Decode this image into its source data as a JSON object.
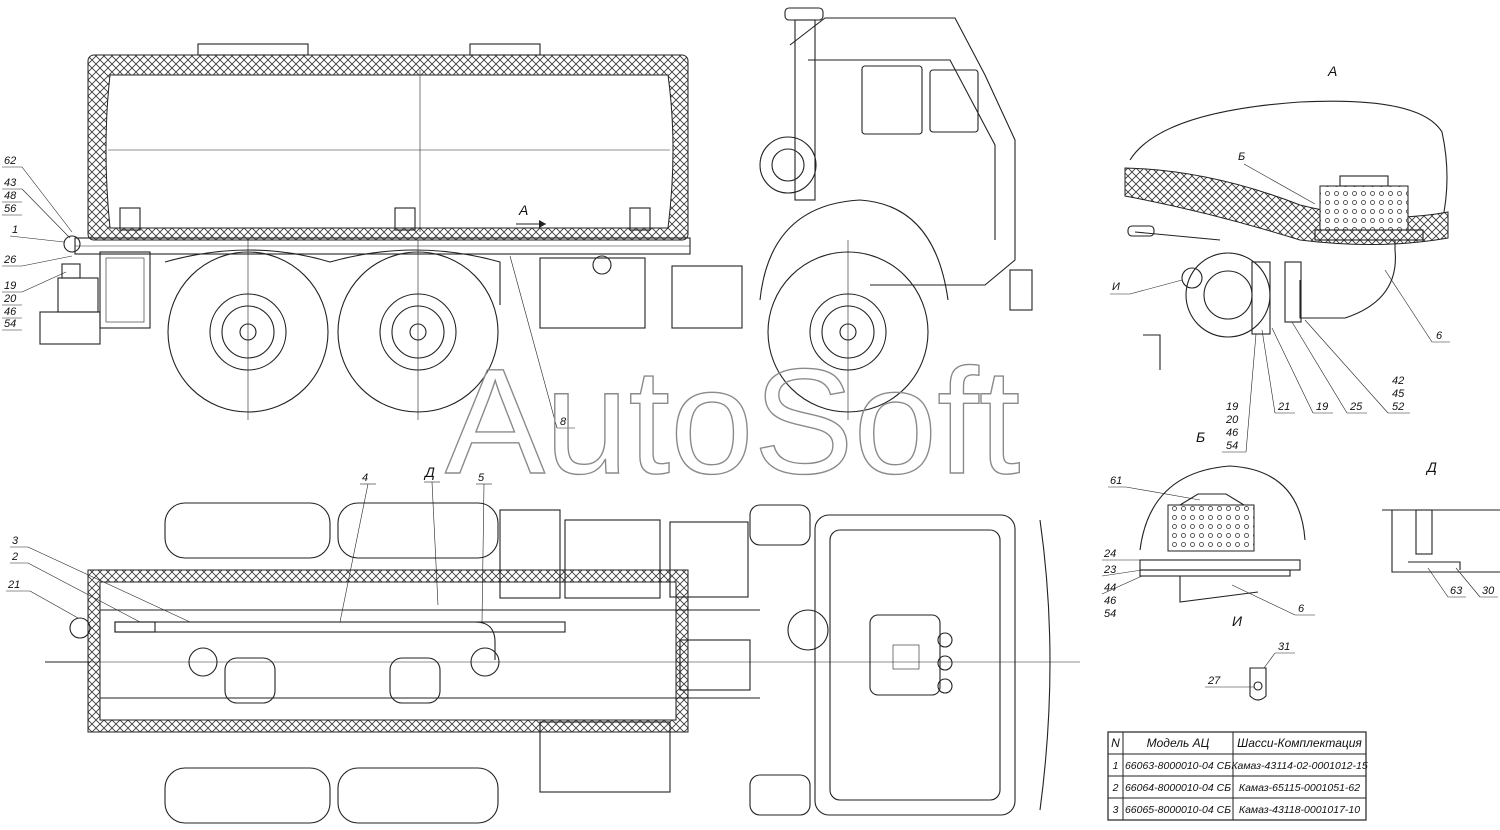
{
  "watermark": "AutoSoft",
  "view_labels": {
    "a_top": "А",
    "a_arrow": "А",
    "b": "Б",
    "d_top": "Д",
    "d": "Д",
    "i": "И"
  },
  "side_view_callouts": [
    "62",
    "43",
    "48",
    "56",
    "1",
    "26",
    "19",
    "20",
    "46",
    "54",
    "8"
  ],
  "top_view_callouts": [
    "3",
    "2",
    "21",
    "4",
    "5"
  ],
  "detail_a_callouts": [
    "Б",
    "И",
    "6",
    "42",
    "45",
    "52",
    "19",
    "20",
    "46",
    "54",
    "21",
    "19",
    "25"
  ],
  "detail_b_callouts": [
    "61",
    "24",
    "23",
    "44",
    "46",
    "54",
    "6"
  ],
  "detail_d_callouts": [
    "63",
    "30"
  ],
  "detail_i_callouts": [
    "31",
    "27"
  ],
  "table": {
    "headers": [
      "N",
      "Модель АЦ",
      "Шасси-Комплектация"
    ],
    "rows": [
      [
        "1",
        "66063-8000010-04 СБ",
        "Камаз-43114-02-0001012-15"
      ],
      [
        "2",
        "66064-8000010-04 СБ",
        "Камаз-65115-0001051-62"
      ],
      [
        "3",
        "66065-8000010-04 СБ",
        "Камаз-43118-0001017-10"
      ]
    ]
  }
}
